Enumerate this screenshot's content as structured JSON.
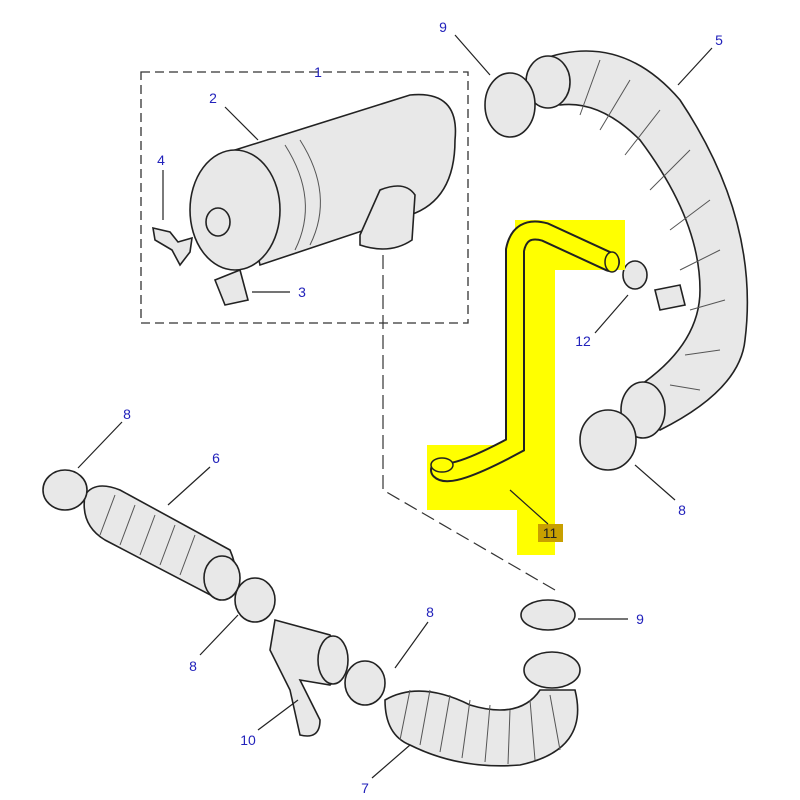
{
  "diagram": {
    "highlight_color": "#ffff00",
    "highlight_label_color": "#c8a000",
    "callouts": [
      {
        "id": "1",
        "text": "1"
      },
      {
        "id": "2",
        "text": "2"
      },
      {
        "id": "3",
        "text": "3"
      },
      {
        "id": "4",
        "text": "4"
      },
      {
        "id": "5",
        "text": "5"
      },
      {
        "id": "6",
        "text": "6"
      },
      {
        "id": "7",
        "text": "7"
      },
      {
        "id": "8a",
        "text": "8"
      },
      {
        "id": "8b",
        "text": "8"
      },
      {
        "id": "8c",
        "text": "8"
      },
      {
        "id": "8d",
        "text": "8"
      },
      {
        "id": "9a",
        "text": "9"
      },
      {
        "id": "9b",
        "text": "9"
      },
      {
        "id": "10",
        "text": "10"
      },
      {
        "id": "11",
        "text": "11"
      },
      {
        "id": "12",
        "text": "12"
      }
    ]
  }
}
